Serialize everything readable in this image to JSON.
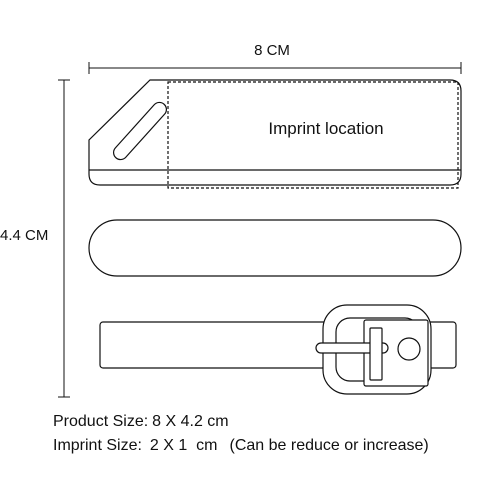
{
  "dimensions": {
    "width_label": "8 CM",
    "height_label": "4.4 CM"
  },
  "imprint": {
    "location_label": "Imprint location"
  },
  "specs": {
    "product_size_label": "Product Size:",
    "product_size_value": "8 X 4.2 cm",
    "imprint_size_label": "Imprint Size:",
    "imprint_size_value": "2 X 1  cm",
    "imprint_size_note": "(Can be reduce or increase)"
  },
  "colors": {
    "line": "#111111",
    "background": "#ffffff"
  }
}
